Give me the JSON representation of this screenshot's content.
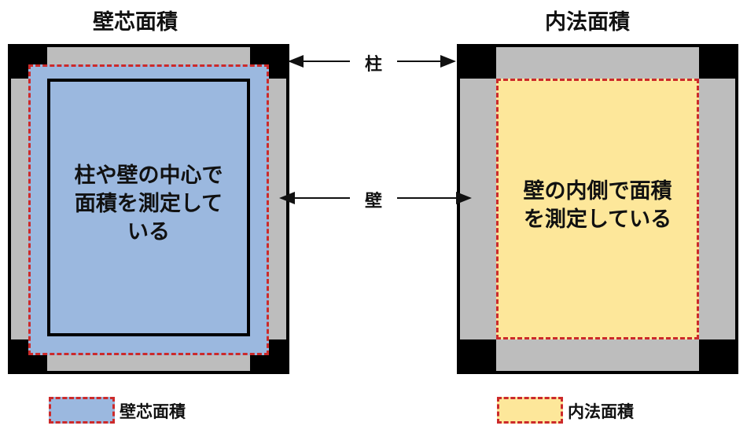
{
  "left": {
    "title": "壁芯面積",
    "center_text_lines": [
      "柱や壁の中心で",
      "面積を測定して",
      "いる"
    ],
    "legend_label": "壁芯面積",
    "fill_color": "#9bb8df"
  },
  "right": {
    "title": "内法面積",
    "center_text_lines": [
      "壁の内側で面積",
      "を測定している"
    ],
    "legend_label": "内法面積",
    "fill_color": "#fde79a"
  },
  "labels": {
    "pillar": "柱",
    "wall": "壁"
  },
  "colors": {
    "dash_red": "#cc2a2a",
    "wall_gray": "#bdbdbd",
    "pillar_black": "#000000"
  }
}
